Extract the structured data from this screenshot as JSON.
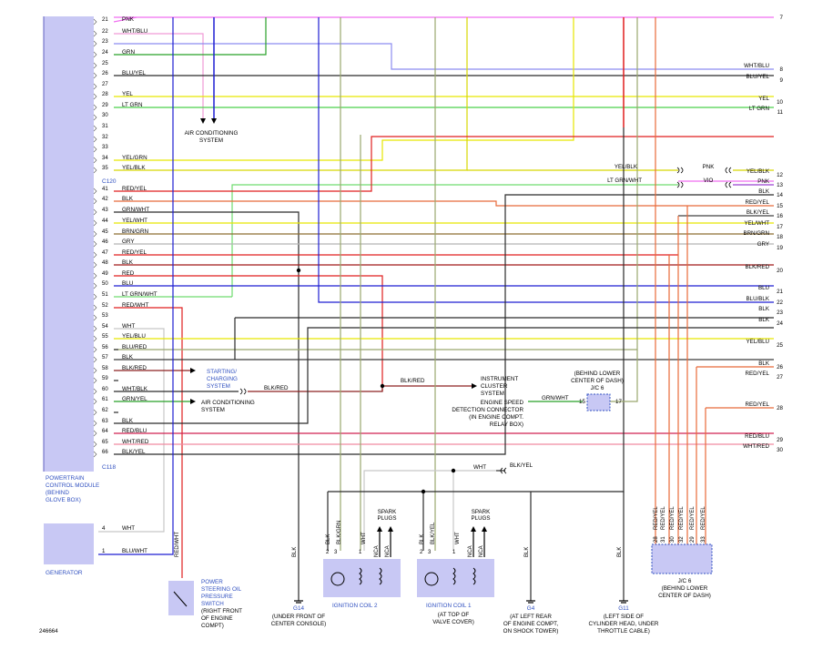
{
  "pcm": {
    "label_lines": [
      "POWERTRAIN",
      "CONTROL MODULE",
      "(BEHIND",
      "GLOVE BOX)"
    ],
    "connector_c120": "C120",
    "connector_c118": "C118"
  },
  "pins": [
    {
      "num": "21",
      "label": "PNK"
    },
    {
      "num": "22",
      "label": "WHT/BLU"
    },
    {
      "num": "23",
      "label": ""
    },
    {
      "num": "24",
      "label": "GRN"
    },
    {
      "num": "25",
      "label": ""
    },
    {
      "num": "26",
      "label": "BLU/YEL"
    },
    {
      "num": "27",
      "label": ""
    },
    {
      "num": "28",
      "label": "YEL"
    },
    {
      "num": "29",
      "label": "LT GRN"
    },
    {
      "num": "30",
      "label": ""
    },
    {
      "num": "31",
      "label": ""
    },
    {
      "num": "32",
      "label": ""
    },
    {
      "num": "33",
      "label": ""
    },
    {
      "num": "34",
      "label": "YEL/GRN"
    },
    {
      "num": "35",
      "label": "YEL/BLK"
    },
    {
      "num": "41",
      "label": "RED/YEL"
    },
    {
      "num": "42",
      "label": "BLK"
    },
    {
      "num": "43",
      "label": "GRN/WHT"
    },
    {
      "num": "44",
      "label": "YEL/WHT"
    },
    {
      "num": "45",
      "label": "BRN/GRN"
    },
    {
      "num": "46",
      "label": "GRY"
    },
    {
      "num": "47",
      "label": "RED/YEL"
    },
    {
      "num": "48",
      "label": "BLK"
    },
    {
      "num": "49",
      "label": "RED"
    },
    {
      "num": "50",
      "label": "BLU"
    },
    {
      "num": "51",
      "label": "LT GRN/WHT"
    },
    {
      "num": "52",
      "label": "RED/WHT"
    },
    {
      "num": "53",
      "label": ""
    },
    {
      "num": "54",
      "label": "WHT"
    },
    {
      "num": "55",
      "label": "YEL/BLU"
    },
    {
      "num": "56",
      "label": "BLU/RED"
    },
    {
      "num": "57",
      "label": "BLK"
    },
    {
      "num": "58",
      "label": "BLK/RED"
    },
    {
      "num": "59",
      "label": ""
    },
    {
      "num": "60",
      "label": "WHT/BLK"
    },
    {
      "num": "61",
      "label": "GRN/YEL"
    },
    {
      "num": "62",
      "label": ""
    },
    {
      "num": "63",
      "label": "BLK"
    },
    {
      "num": "64",
      "label": "RED/BLU"
    },
    {
      "num": "65",
      "label": "WHT/RED"
    },
    {
      "num": "66",
      "label": "BLK/YEL"
    }
  ],
  "right_edge": [
    {
      "num": "7",
      "label": ""
    },
    {
      "num": "8",
      "label": "WHT/BLU"
    },
    {
      "num": "9",
      "label": "BLU/YEL"
    },
    {
      "num": "10",
      "label": "YEL"
    },
    {
      "num": "11",
      "label": "LT GRN"
    },
    {
      "num": "12",
      "label": "YEL/BLK"
    },
    {
      "num": "13",
      "label": "PNK"
    },
    {
      "num": "14",
      "label": "BLK"
    },
    {
      "num": "15",
      "label": "RED/YEL"
    },
    {
      "num": "16",
      "label": "BLK/YEL"
    },
    {
      "num": "17",
      "label": "YEL/WHT"
    },
    {
      "num": "18",
      "label": "BRN/GRN"
    },
    {
      "num": "19",
      "label": "GRY"
    },
    {
      "num": "20",
      "label": "BLK/RED"
    },
    {
      "num": "21",
      "label": "BLU"
    },
    {
      "num": "22",
      "label": "BLU/BLK"
    },
    {
      "num": "23",
      "label": "BLK"
    },
    {
      "num": "24",
      "label": "BLK"
    },
    {
      "num": "25",
      "label": "YEL/BLU"
    },
    {
      "num": "26",
      "label": "BLK"
    },
    {
      "num": "27",
      "label": "RED/YEL"
    },
    {
      "num": "28",
      "label": "RED/YEL"
    },
    {
      "num": "29",
      "label": "RED/BLU"
    },
    {
      "num": "30",
      "label": "WHT/RED"
    }
  ],
  "inline_labels": {
    "yel_blk_12": "YEL/BLK",
    "pnk_12": "PNK",
    "lt_grn_wht_13": "LT GRN/WHT",
    "vio_13": "VIO",
    "blk_red_charging": "BLK/RED",
    "blk_red_cluster": "BLK/RED",
    "grn_wht_esd": "GRN/WHT",
    "wht_top": "WHT",
    "blk_yel_top": "BLK/YEL"
  },
  "systems": {
    "ac_top": [
      "AIR CONDITIONING",
      "SYSTEM"
    ],
    "starting": [
      "STARTING/",
      "CHARGING",
      "SYSTEM"
    ],
    "ac_mid": [
      "AIR CONDITIONING",
      "SYSTEM"
    ],
    "cluster": [
      "INSTRUMENT",
      "CLUSTER",
      "SYSTEM"
    ],
    "esd": [
      "ENGINE SPEED",
      "DETECTION CONNECTOR",
      "(IN ENGINE COMPT.",
      "RELAY BOX)"
    ]
  },
  "jc6_top": {
    "lines": [
      "(BEHIND LOWER",
      "CENTER OF DASH)",
      "J/C 6"
    ],
    "pin_left": "15",
    "pin_right": "17"
  },
  "jc6_bottom": {
    "lines": [
      "J/C 6",
      "(BEHIND LOWER",
      "CENTER OF DASH)"
    ],
    "pins": [
      "28",
      "31",
      "30",
      "32",
      "29",
      "33"
    ],
    "wire": "RED/YEL"
  },
  "generator": {
    "label": "GENERATOR",
    "pin4": "4",
    "pin1": "1",
    "wire4": "WHT",
    "wire1": "BLU/WHT"
  },
  "ps_switch": {
    "lines": [
      "POWER",
      "STEERING OIL",
      "PRESSURE",
      "SWITCH",
      "(RIGHT FRONT",
      "OF ENGINE",
      "COMPT)"
    ],
    "wire": "RED/WHT"
  },
  "coil2": {
    "label": "IGNITION COIL 2",
    "pins": [
      "2",
      "3",
      "1"
    ],
    "wires": [
      "BLK",
      "BLK/GRN",
      "WHT"
    ],
    "nca": "NCA",
    "plugs": [
      "SPARK",
      "PLUGS"
    ]
  },
  "coil1": {
    "label": "IGNITION COIL 1",
    "pins": [
      "2",
      "3",
      "1"
    ],
    "wires": [
      "BLK",
      "BLK/YEL",
      "WHT"
    ],
    "nca": "NCA",
    "plugs": [
      "SPARK",
      "PLUGS"
    ],
    "note": [
      "(AT TOP OF",
      "VALVE COVER)"
    ]
  },
  "grounds": {
    "g14": {
      "name": "G14",
      "lines": [
        "(UNDER FRONT OF",
        "CENTER CONSOLE)"
      ],
      "wire": "BLK"
    },
    "g4": {
      "name": "G4",
      "lines": [
        "(AT LEFT REAR",
        "OF ENGINE COMPT,",
        "ON SHOCK TOWER)"
      ],
      "wire": "BLK"
    },
    "g11": {
      "name": "G11",
      "lines": [
        "(LEFT SIDE OF",
        "CYLINDER HEAD, UNDER",
        "THROTTLE CABLE)"
      ],
      "wire": "BLK"
    }
  },
  "figure_id": "246664",
  "colors": {
    "PNK": "#f06ef0",
    "WHT": "#c8c8c8",
    "GRN": "#28a028",
    "LTGRN": "#6fdc6f",
    "BLU": "#1e1ed2",
    "YEL": "#e6e600",
    "BLK": "#2a2a2a",
    "RED": "#e01e1e",
    "ORN": "#e86a3a",
    "BRN": "#8c6e30",
    "GRY": "#b4b4b4",
    "OLIVE": "#9aa86e",
    "PURPLE": "#8c8cf0",
    "PCM": "#c8c8f4"
  }
}
